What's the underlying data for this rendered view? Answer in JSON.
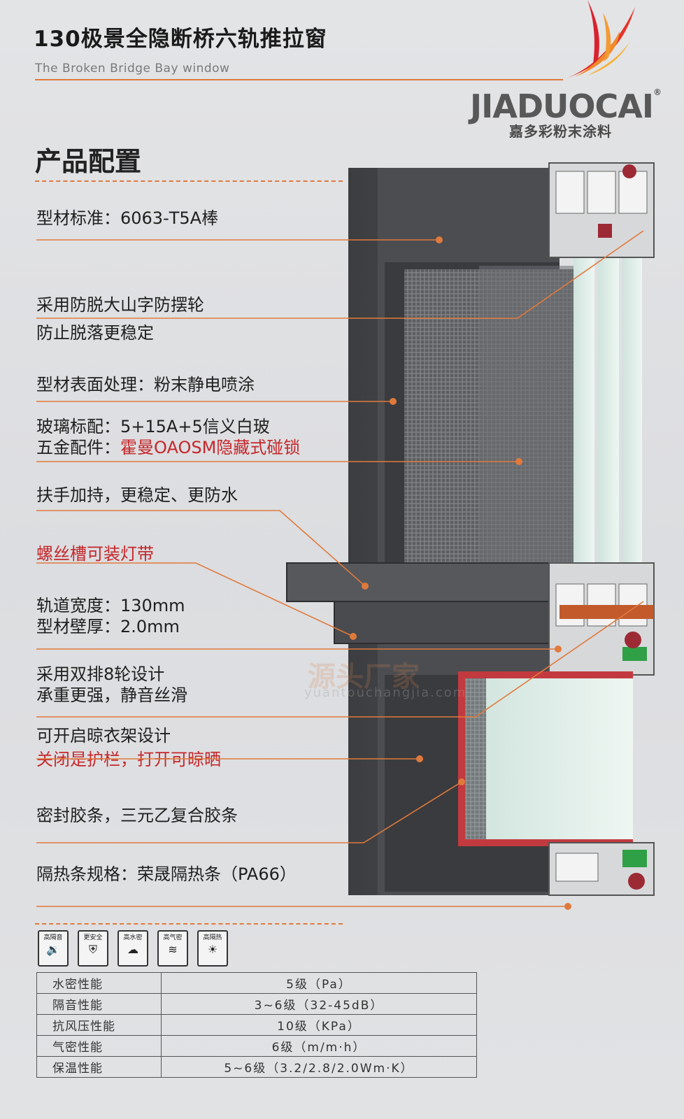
{
  "header": {
    "title": "130极景全隐断桥六轨推拉窗",
    "subtitle": "The Broken Bridge Bay window"
  },
  "brand": {
    "name": "JIADUOCAI",
    "registered": "®",
    "tagline": "嘉多彩粉末涂料"
  },
  "section_title": "产品配置",
  "features": [
    {
      "text": "型材标准：6063-T5A棒"
    },
    {
      "text": "采用防脱大山字防摆轮"
    },
    {
      "text": "防止脱落更稳定"
    },
    {
      "text": "型材表面处理：粉末静电喷涂"
    },
    {
      "text": "玻璃标配：5+15A+5信义白玻"
    },
    {
      "prefix": "五金配件：",
      "highlight": "霍曼OAOSM隐藏式碰锁"
    },
    {
      "text": "扶手加持，更稳定、更防水"
    },
    {
      "text": "螺丝槽可装灯带"
    },
    {
      "text": "轨道宽度：130mm"
    },
    {
      "text": "型材壁厚：2.0mm"
    },
    {
      "text": "采用双排8轮设计"
    },
    {
      "text": "承重更强，静音丝滑"
    },
    {
      "text": "可开启晾衣架设计"
    },
    {
      "text": "关闭是护栏，打开可晾晒"
    },
    {
      "text": "密封胶条，三元乙复合胶条"
    },
    {
      "text": "隔热条规格：荣晟隔热条（PA66）"
    }
  ],
  "watermark": {
    "cn": "源头厂家",
    "en": "yuantouchangjia.com"
  },
  "icons": [
    {
      "label": "高隔音",
      "icon": "speaker-icon"
    },
    {
      "label": "更安全",
      "icon": "shield-icon"
    },
    {
      "label": "高水密",
      "icon": "rain-cloud-icon"
    },
    {
      "label": "高气密",
      "icon": "wind-icon"
    },
    {
      "label": "高隔热",
      "icon": "sun-heat-icon"
    }
  ],
  "specs": [
    {
      "name": "水密性能",
      "value": "5级（Pa）"
    },
    {
      "name": "隔音性能",
      "value": "3~6级（32-45dB）"
    },
    {
      "name": "抗风压性能",
      "value": "10级（KPa）"
    },
    {
      "name": "气密性能",
      "value": "6级（m/m·h）"
    },
    {
      "name": "保温性能",
      "value": "5~6级（3.2/2.8/2.0Wm·K）"
    }
  ],
  "colors": {
    "accent_orange": "#e07a3c",
    "highlight_red": "#c4272b",
    "frame_gray": "#4a4b4e"
  }
}
